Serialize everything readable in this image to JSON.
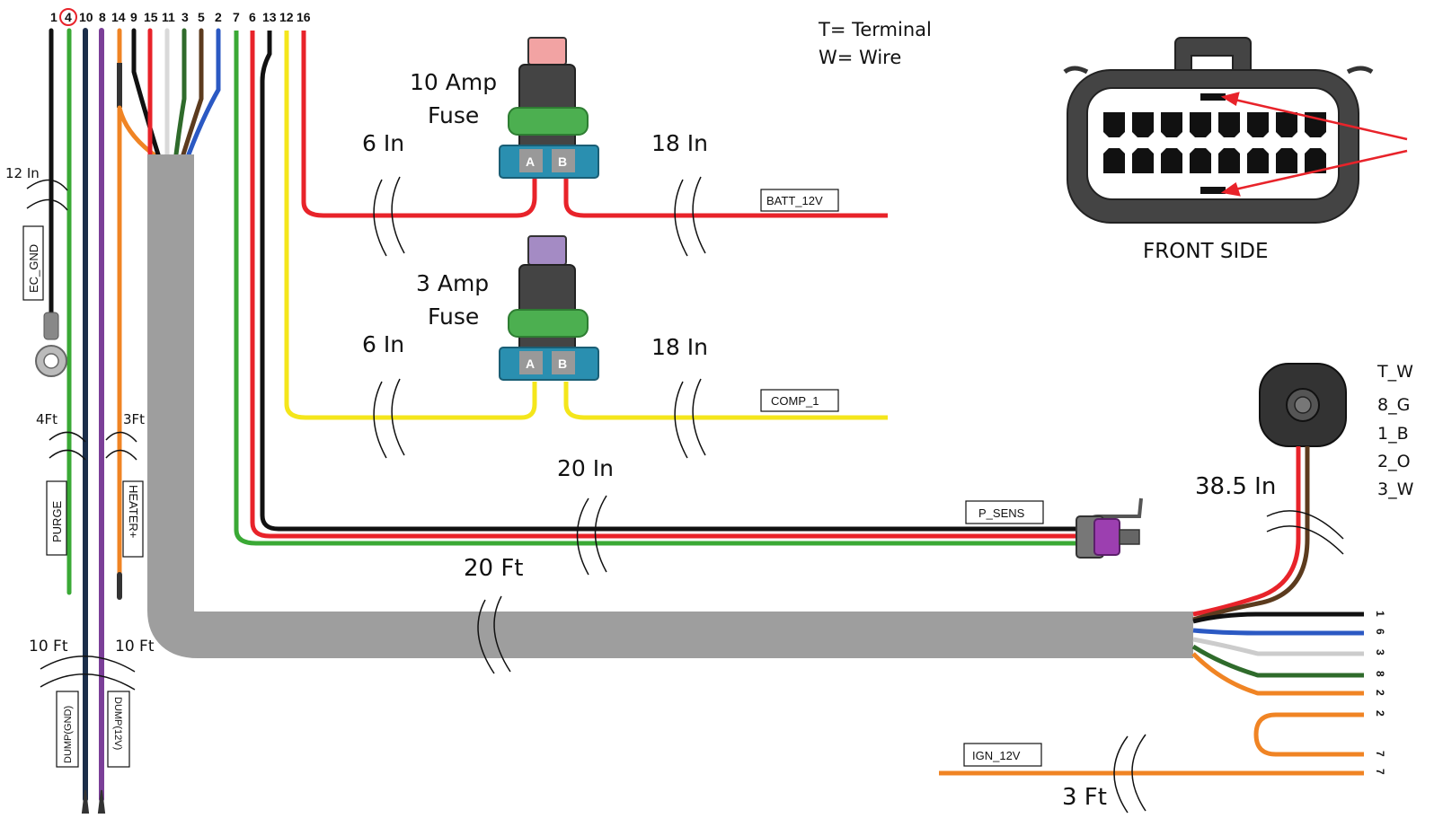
{
  "header_pins": [
    "1",
    "4",
    "10",
    "8",
    "14",
    "9",
    "15",
    "11",
    "3",
    "5",
    "2",
    "7",
    "6",
    "13",
    "12",
    "16"
  ],
  "highlighted_pin": "4",
  "legend": {
    "t": "T= Terminal",
    "w": "W= Wire"
  },
  "fuse_top": {
    "line1": "10 Amp",
    "line2": "Fuse",
    "left_len": "6 In",
    "right_len": "18 In",
    "tag": "BATT_12V",
    "pin_a": "A",
    "pin_b": "B"
  },
  "fuse_bottom": {
    "line1": "3 Amp",
    "line2": "Fuse",
    "left_len": "6 In",
    "right_len": "18 In",
    "tag": "COMP_1",
    "pin_a": "A",
    "pin_b": "B"
  },
  "sensor_run": {
    "len": "20 In",
    "tag": "P_SENS"
  },
  "trunk_len": "20 Ft",
  "left_leads": {
    "ec_len": "12 In",
    "ec_tag": "EC_GND",
    "purge_len": "4Ft",
    "purge_tag": "PURGE",
    "heater_len": "3Ft",
    "heater_tag": "HEATER+",
    "dump_gnd_len": "10 Ft",
    "dump_gnd_tag": "DUMP(GND)",
    "dump_12v_len": "10 Ft",
    "dump_12v_tag": "DUMP(12V)"
  },
  "connector_caption": "FRONT SIDE",
  "right_legend": [
    "T_W",
    "8_G",
    "1_B",
    "2_O",
    "3_W"
  ],
  "pigtail_len": "38.5 In",
  "ign": {
    "tag": "IGN_12V",
    "len": "3 Ft"
  },
  "right_pins": [
    "1",
    "6",
    "3",
    "8",
    "2",
    "2",
    "7"
  ],
  "colors": {
    "red": "#e8232a",
    "black": "#111111",
    "green": "#3aa935",
    "yellow": "#f4e61b",
    "orange": "#f08424",
    "purple": "#7b3f98",
    "navy": "#1b2e4a",
    "blue": "#2b59c3",
    "brown": "#5c3b1e",
    "gray": "#9e9e9e",
    "teal": "#2a8fb0"
  }
}
